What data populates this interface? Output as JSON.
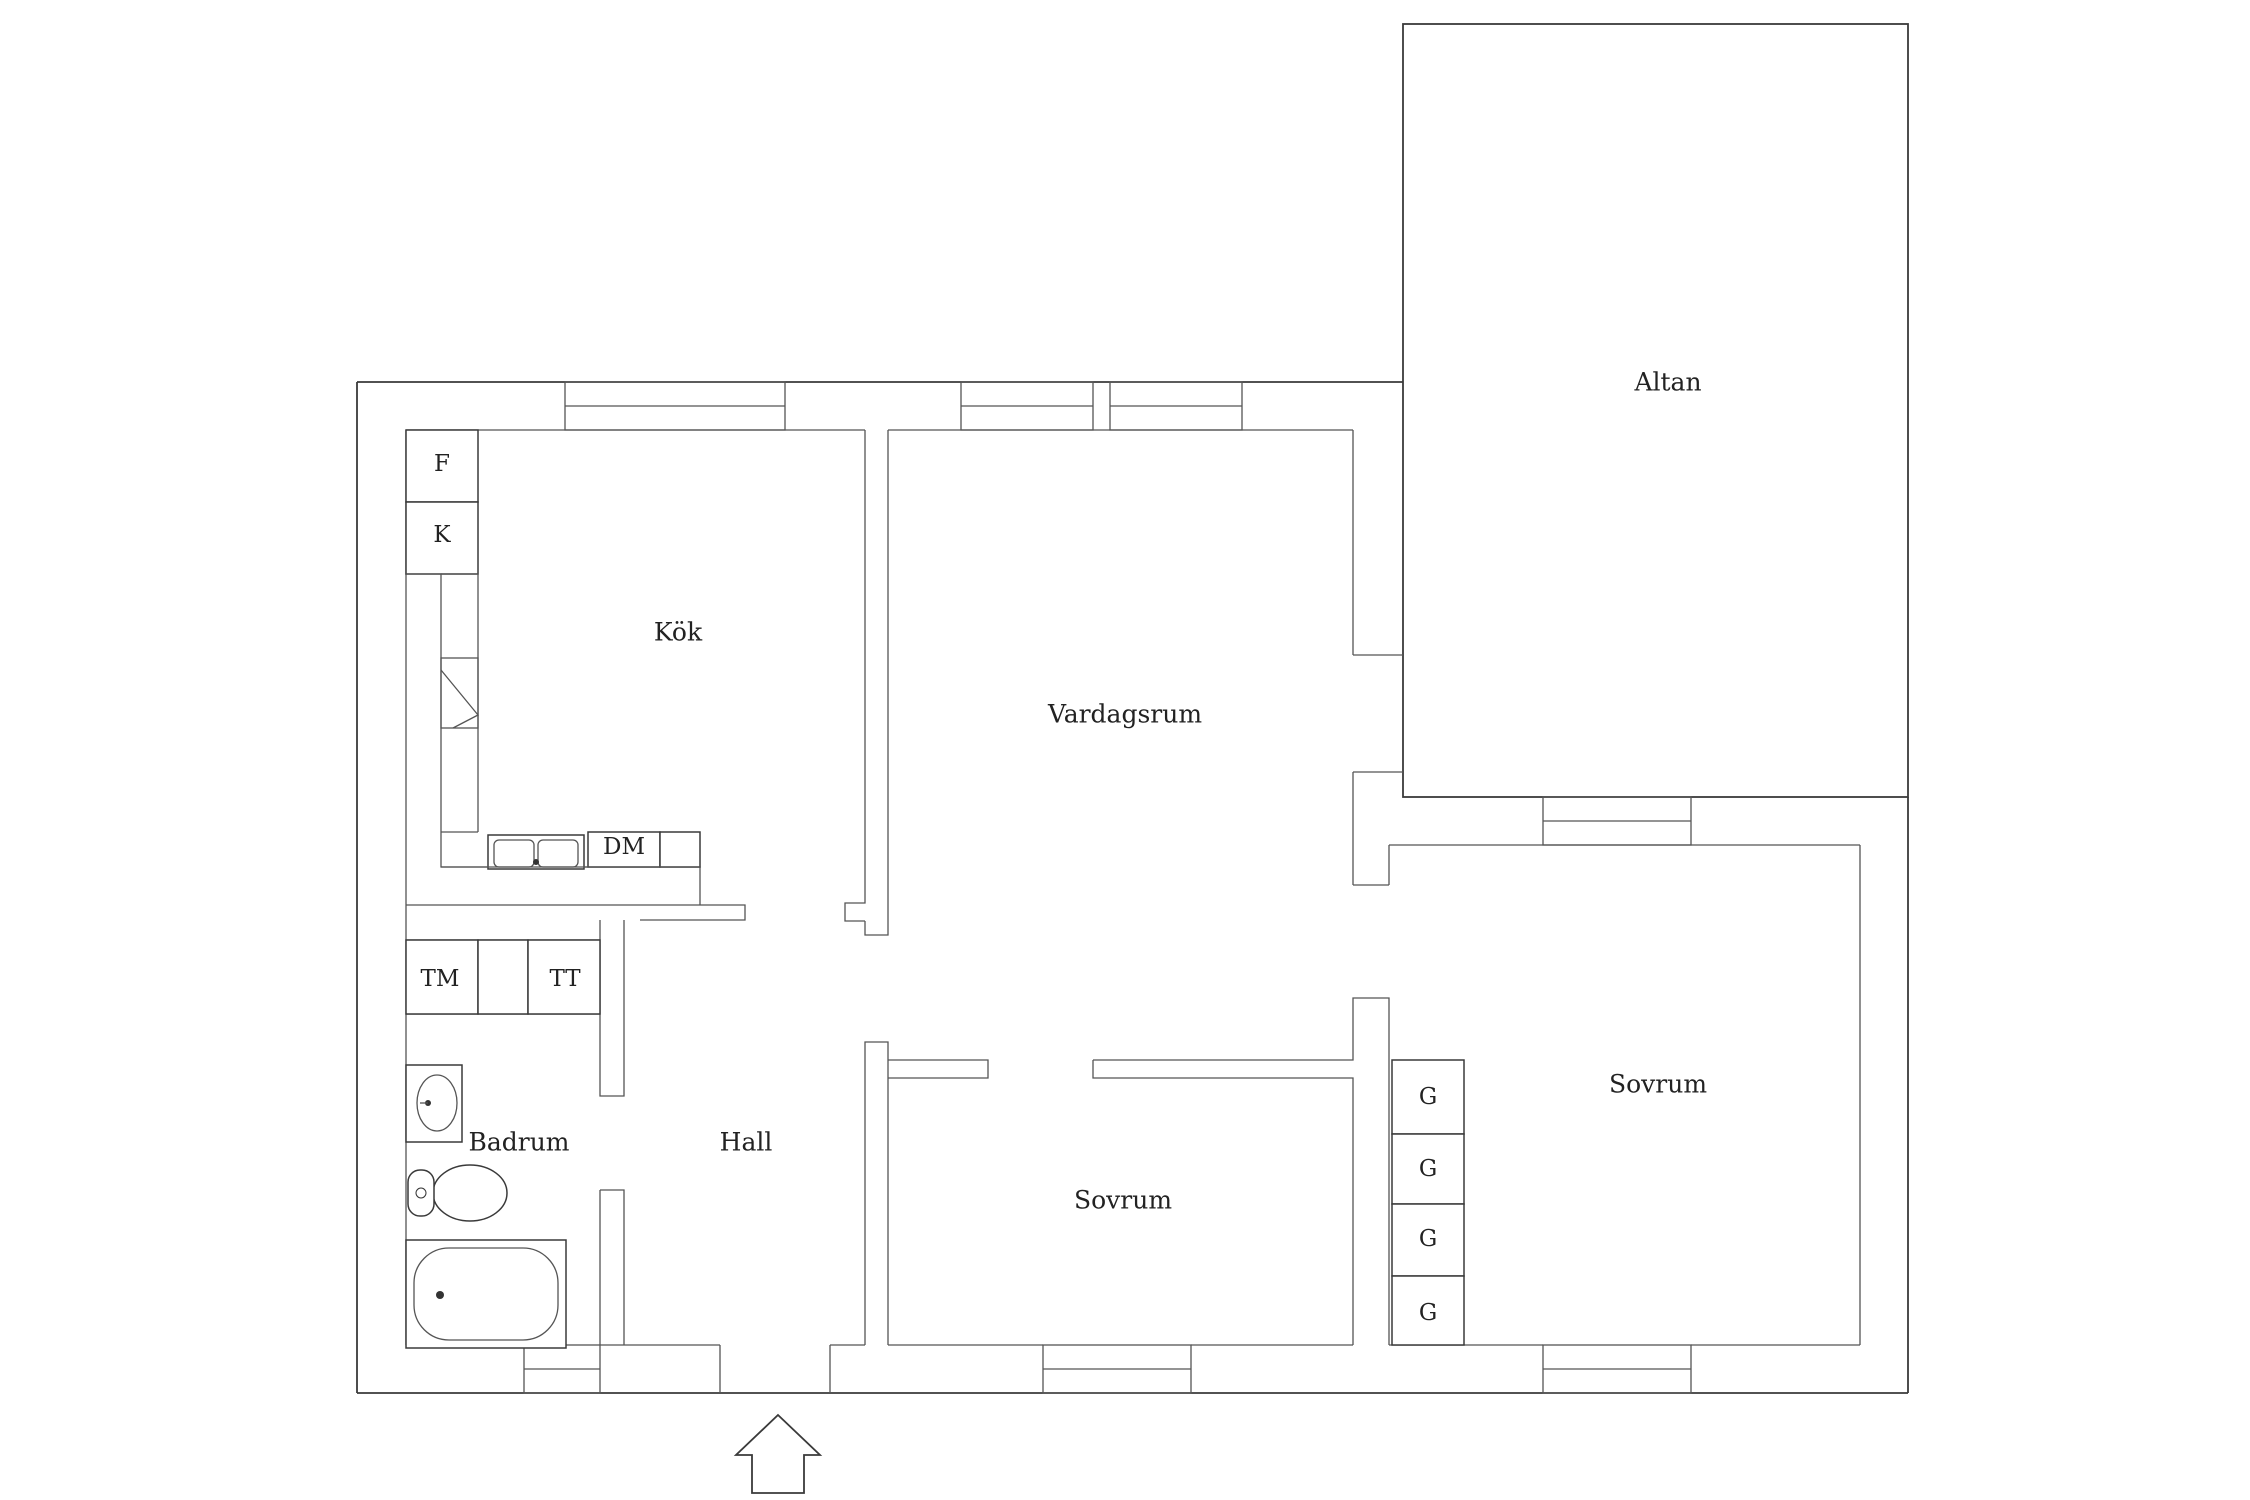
{
  "rooms": {
    "altan": "Altan",
    "kok": "Kök",
    "vardagsrum": "Vardagsrum",
    "badrum": "Badrum",
    "hall": "Hall",
    "sovrum_small": "Sovrum",
    "sovrum_large": "Sovrum"
  },
  "fixtures": {
    "fridge": "F",
    "freezer": "K",
    "dishwasher": "DM",
    "washer": "TM",
    "dryer": "TT",
    "wardrobes": [
      "G",
      "G",
      "G",
      "G"
    ]
  },
  "icons": {
    "entrance": "entrance-arrow-icon"
  },
  "colors": {
    "line": "#3a3a3a",
    "background": "#ffffff"
  }
}
